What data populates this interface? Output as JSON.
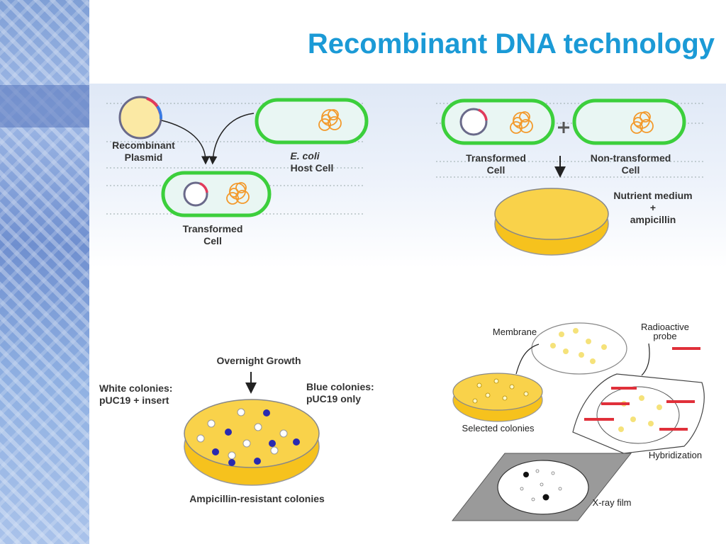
{
  "slide": {
    "title": "Recombinant DNA technology",
    "colors": {
      "title": "#1b9ad6",
      "cell_border": "#3ccf3c",
      "cell_fill": "#e9f6f3",
      "medium": "#f6c21d",
      "dna": "#f39a2c",
      "blue_colony": "#2a2ab0"
    }
  },
  "panel_transformation": {
    "plasmid_label": "Recombinant\nPlasmid",
    "host_label_italic": "E. coli",
    "host_label": "Host Cell",
    "result_label": "Transformed\nCell"
  },
  "panel_selection": {
    "transformed_label": "Transformed\nCell",
    "non_transformed_label": "Non-transformed\nCell",
    "medium_label": "Nutrient medium\n+\nampicillin"
  },
  "panel_screening": {
    "growth_label": "Overnight Growth",
    "white_label": "White colonies:\npUC19 + insert",
    "blue_label": "Blue colonies:\npUC19 only",
    "colonies_label": "Ampicillin-resistant colonies"
  },
  "panel_hybridization": {
    "membrane_label": "Membrane",
    "probe_label": "Radioactive\nprobe",
    "selected_label": "Selected colonies",
    "hybrid_label": "Hybridization",
    "film_label": "X-ray film"
  }
}
